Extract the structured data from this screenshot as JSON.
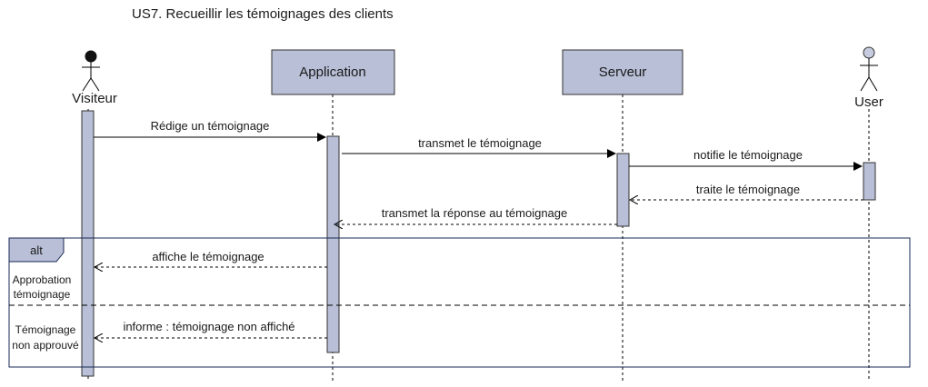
{
  "title": "US7. Recueillir les témoignages des clients",
  "actors": [
    {
      "id": "visiteur",
      "label": "Visiteur",
      "kind": "actor"
    },
    {
      "id": "application",
      "label": "Application",
      "kind": "box"
    },
    {
      "id": "serveur",
      "label": "Serveur",
      "kind": "box"
    },
    {
      "id": "user",
      "label": "User",
      "kind": "actor"
    }
  ],
  "messages": [
    {
      "from": "visiteur",
      "to": "application",
      "label": "Rédige un témoignage",
      "style": "sync"
    },
    {
      "from": "application",
      "to": "serveur",
      "label": "transmet le témoignage",
      "style": "sync"
    },
    {
      "from": "serveur",
      "to": "user",
      "label": "notifie le témoignage",
      "style": "sync"
    },
    {
      "from": "user",
      "to": "serveur",
      "label": "traite le témoignage",
      "style": "return"
    },
    {
      "from": "serveur",
      "to": "application",
      "label": "transmet la réponse au témoignage",
      "style": "return"
    },
    {
      "from": "application",
      "to": "visiteur",
      "label": "affiche le témoignage",
      "style": "return"
    },
    {
      "from": "application",
      "to": "visiteur",
      "label": "informe : témoignage non affiché",
      "style": "return"
    }
  ],
  "fragment": {
    "operator": "alt",
    "guards": [
      [
        "Approbation",
        "témoignage"
      ],
      [
        "Témoignage",
        "non approuvé"
      ]
    ]
  },
  "colors": {
    "box_fill": "#b8bfd6",
    "box_stroke": "#333333",
    "actor_head_user": "#c8cce0",
    "actor_head_visiteur": "#111111"
  }
}
